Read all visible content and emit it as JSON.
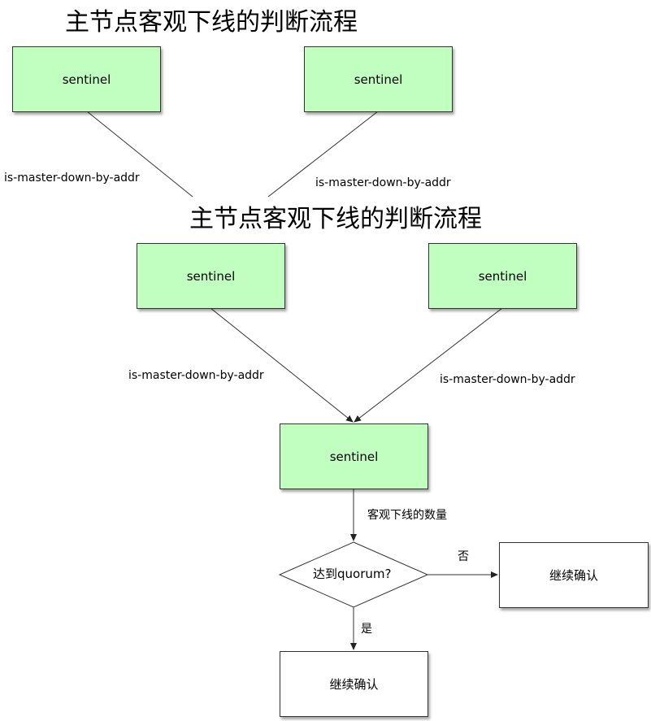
{
  "top": {
    "title": "主节点客观下线的判断流程",
    "node_left": "sentinel",
    "node_right": "sentinel",
    "edge_left_label": "is-master-down-by-addr",
    "edge_right_label": "is-master-down-by-addr"
  },
  "main": {
    "title": "主节点客观下线的判断流程",
    "node_left": "sentinel",
    "node_right": "sentinel",
    "edge_left_label": "is-master-down-by-addr",
    "edge_right_label": "is-master-down-by-addr",
    "node_center": "sentinel",
    "edge_count_label": "客观下线的数量",
    "decision": "达到quorum?",
    "edge_no_label": "否",
    "edge_yes_label": "是",
    "result_no": "继续确认",
    "result_yes": "继续确认"
  },
  "colors": {
    "node_fill": "#c0ffc0",
    "result_fill": "#ffffff",
    "stroke": "#333333"
  }
}
